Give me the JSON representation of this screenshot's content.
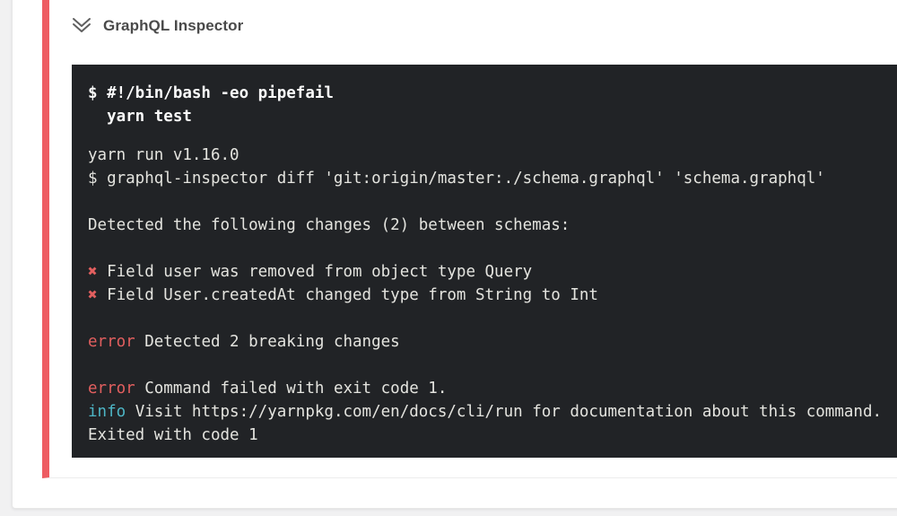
{
  "header": {
    "title": "GraphQL Inspector",
    "collapse_icon": "double-chevron-down"
  },
  "colors": {
    "accent_red": "#ee5c62",
    "terminal_bg": "#212326",
    "terminal_text": "#e4e4df",
    "error_red": "#e25f5f",
    "info_cyan": "#4db6c6"
  },
  "terminal": {
    "command_lines": [
      "$ #!/bin/bash -eo pipefail",
      "  yarn test"
    ],
    "output_lines": [
      {
        "text": "yarn run v1.16.0"
      },
      {
        "text": "$ graphql-inspector diff 'git:origin/master:./schema.graphql' 'schema.graphql'"
      },
      {
        "text": ""
      },
      {
        "text": "Detected the following changes (2) between schemas:"
      },
      {
        "text": ""
      },
      {
        "prefix": "✖",
        "prefix_color": "red",
        "text": " Field user was removed from object type Query"
      },
      {
        "prefix": "✖",
        "prefix_color": "red",
        "text": " Field User.createdAt changed type from String to Int"
      },
      {
        "text": ""
      },
      {
        "prefix": "error",
        "prefix_color": "red",
        "text": " Detected 2 breaking changes"
      },
      {
        "text": ""
      },
      {
        "prefix": "error",
        "prefix_color": "red",
        "text": " Command failed with exit code 1."
      },
      {
        "prefix": "info",
        "prefix_color": "cyan",
        "text": " Visit https://yarnpkg.com/en/docs/cli/run for documentation about this command."
      },
      {
        "text": "Exited with code 1"
      }
    ]
  }
}
